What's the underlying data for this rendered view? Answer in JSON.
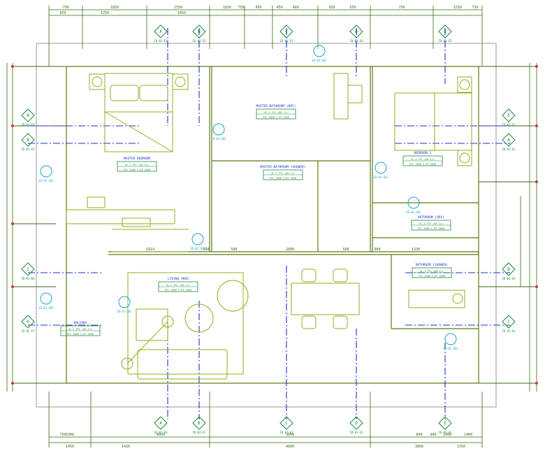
{
  "colors": {
    "wall": "#6a8a1a",
    "furniture": "#8fae1b",
    "dimension": "#3a6a12",
    "centerline": "#1e2fd6",
    "grid": "#7a7a7a",
    "tag_cyan": "#1aa3c7",
    "tag_green": "#1b8a3a",
    "marker": "#c43a3a"
  },
  "top_dims_row1": [
    "750",
    "1850",
    "1550",
    "1650",
    "750",
    "450",
    "450",
    "400",
    "950",
    "650",
    "750",
    "1550",
    "750"
  ],
  "top_dims_row2": [
    "850",
    "1250",
    "1650"
  ],
  "bottom_dims_row1": [
    "750",
    "1000",
    "4000",
    "3000",
    "800",
    "900",
    "1000",
    "1400"
  ],
  "bottom_dims_row2": [
    "1450",
    "1430",
    "4000",
    "3000",
    "1550"
  ],
  "middle_dims": [
    "1814",
    "388",
    "500",
    "2000",
    "500",
    "900",
    "1330"
  ],
  "rooms": {
    "master_bedroom": "MASTER BEDROOM",
    "master_bathroom_dry": "MASTER BATHROOM (DRY)",
    "master_bathroom_shower": "MASTER BATHROOM (SHOWER)",
    "bedroom_1": "BEDROOM 1",
    "bathroom_dry": "BATHROOM (DRY)",
    "bathroom_shower": "BATHROOM (SHOWER)",
    "living_area": "LIVING AREA",
    "balcony": "BALCONY"
  },
  "tags": {
    "row1": [
      "SL-1",
      "FFL +50",
      "C/L"
    ],
    "row2": [
      "FFL",
      "2650",
      "C.HT",
      "2650"
    ]
  },
  "grid_letters": [
    "A",
    "B",
    "C",
    "D",
    "E"
  ],
  "elev_codes": [
    "ID-01-E1",
    "ID-01-E2",
    "ID-01-E3",
    "ID-01-E4",
    "ID-01-E5",
    "ID-01-E6",
    "ID-01-E7"
  ],
  "section_ref": "ID-01-SEC"
}
